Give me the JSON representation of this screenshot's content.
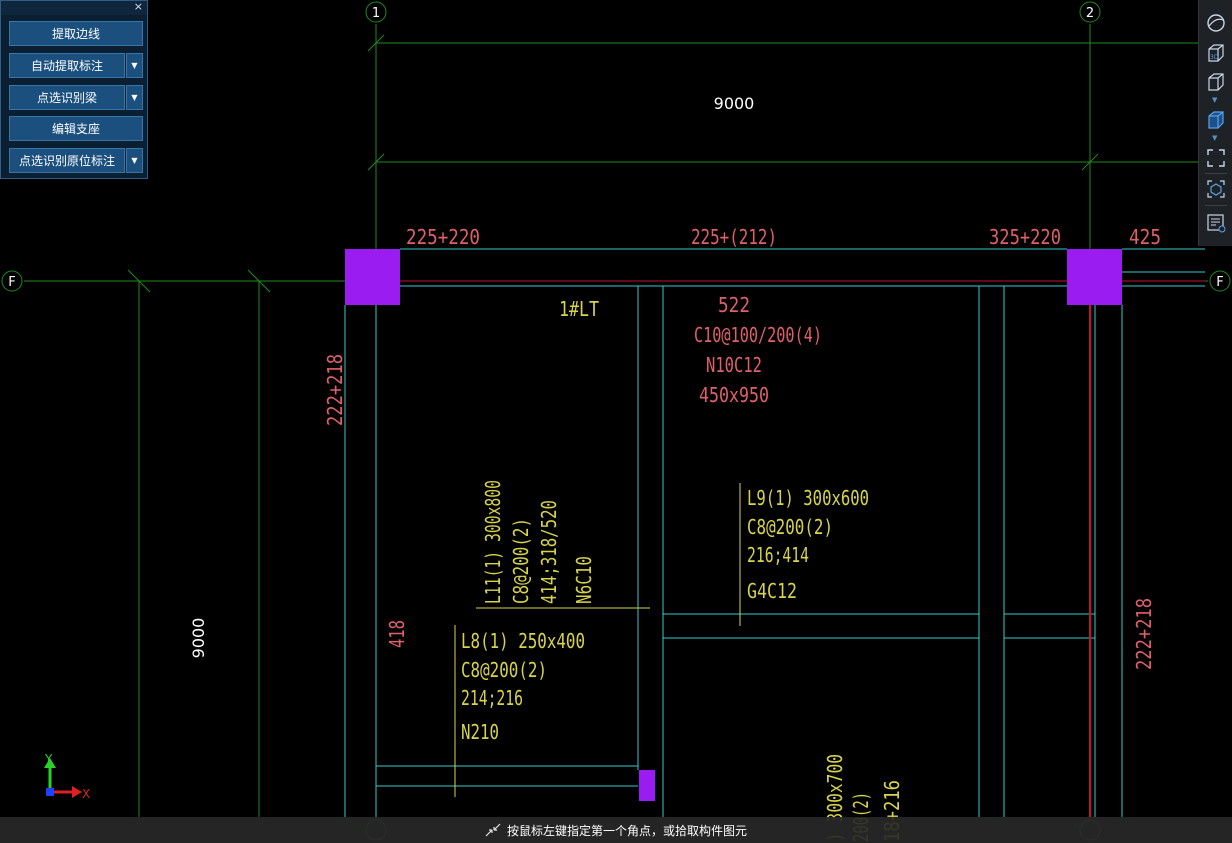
{
  "panel": {
    "close": "×",
    "buttons": [
      {
        "label": "提取边线",
        "dropdown": false
      },
      {
        "label": "自动提取标注",
        "dropdown": true
      },
      {
        "label": "点选识别梁",
        "dropdown": true
      },
      {
        "label": "编辑支座",
        "dropdown": false
      },
      {
        "label": "点选识别原位标注",
        "dropdown": true
      }
    ]
  },
  "toolbar": {
    "icons": [
      "view-sphere-icon",
      "3d-view-icon",
      "cube-view-icon",
      "solid-cube-icon",
      "zoom-extents-icon",
      "component-filter-icon",
      "properties-icon"
    ]
  },
  "drawing": {
    "axis_labels": {
      "col1": "1",
      "col2": "2",
      "rowF": "F"
    },
    "dims": {
      "top_span": "9000",
      "left_span": "9000"
    },
    "red_labels": {
      "top_left": "225+220",
      "top_mid": "225+(212)",
      "top_right": "325+220",
      "top_far": "425",
      "left_col": "222+218",
      "right_col": "222+218",
      "left_418": "418"
    },
    "beam_kl": [
      "522",
      "C10@100/200(4)",
      "N10C12",
      "450x950"
    ],
    "tag_1lt": "1#LT",
    "l11": [
      "L11(1) 300x800",
      "C8@200(2)",
      "414;318/520",
      "N6C10"
    ],
    "l9": [
      "L9(1) 300x600",
      "C8@200(2)",
      "216;414",
      "G4C12"
    ],
    "l8": [
      "L8(1) 250x400",
      "C8@200(2)",
      "214;216",
      "N210"
    ],
    "bottom_partial": [
      ") 300x700",
      "200(2)",
      "18+216"
    ],
    "ucs": {
      "x": "X",
      "y": "Y"
    }
  },
  "status": {
    "text": "按鼠标左键指定第一个角点，或拾取构件图元"
  },
  "colors": {
    "cyan": "#33cccc",
    "green": "#1f8a1f",
    "red_text": "#e0606a",
    "yellow_text": "#d8d44a",
    "magenta_col": "#9b1cf0",
    "red_line": "#c8102e",
    "panel_btn": "#1a4f7e"
  }
}
